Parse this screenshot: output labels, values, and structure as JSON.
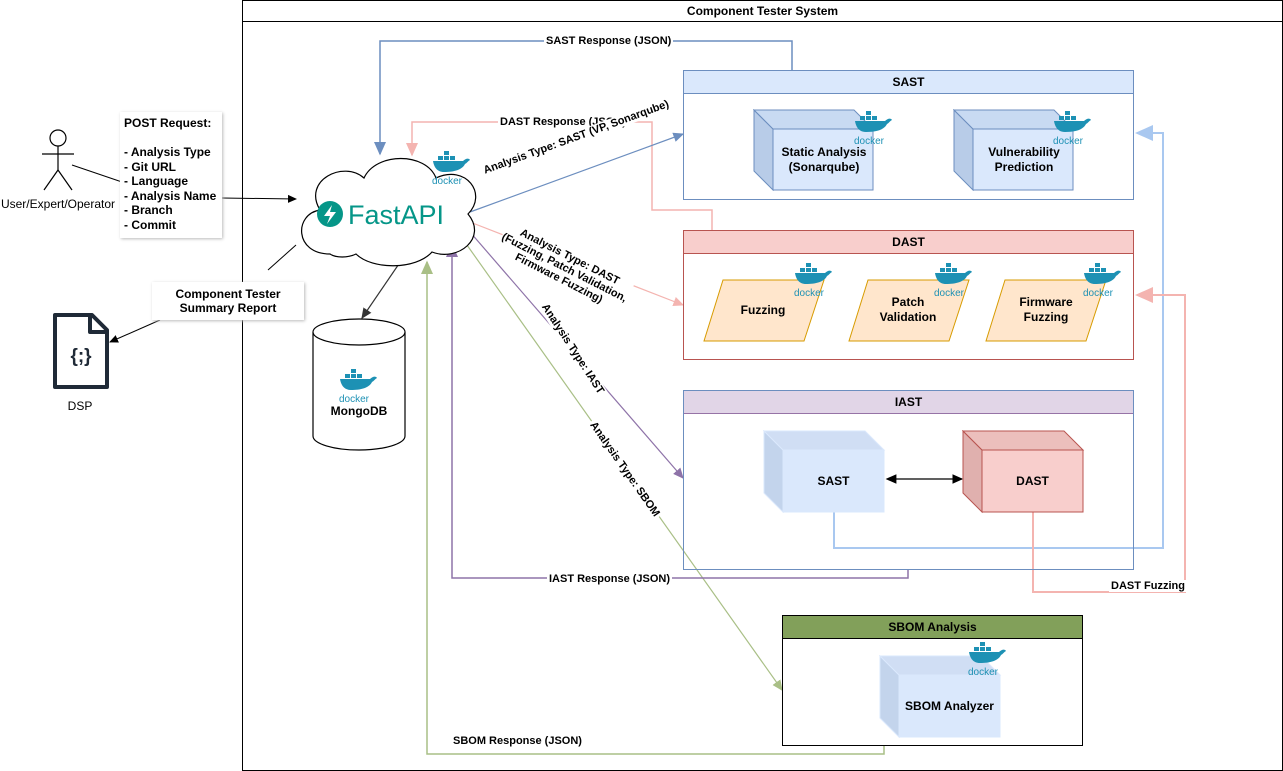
{
  "system": {
    "title": "Component Tester System"
  },
  "actor": {
    "label": "User/Expert/Operator"
  },
  "request": {
    "title": "POST Request:",
    "fields": [
      "- Analysis Type",
      "- Git URL",
      "- Language",
      "- Analysis Name",
      "- Branch",
      "- Commit"
    ]
  },
  "report_label": "Component Tester Summary Report",
  "dsp": {
    "label": "DSP",
    "glyph": "{;}"
  },
  "fastapi": {
    "label": "FastAPI",
    "badge": "docker"
  },
  "mongodb": {
    "label": "MongoDB",
    "badge": "docker"
  },
  "sast": {
    "title": "SAST",
    "static_analysis": "Static Analysis (Sonarqube)",
    "vulnerability_prediction": "Vulnerability Prediction",
    "badge": "docker"
  },
  "dast": {
    "title": "DAST",
    "fuzzing": "Fuzzing",
    "patch_validation": "Patch Validation",
    "firmware_fuzzing": "Firmware Fuzzing",
    "badge": "docker"
  },
  "iast": {
    "title": "IAST",
    "sast": "SAST",
    "dast": "DAST"
  },
  "sbom": {
    "title": "SBOM Analysis",
    "analyzer": "SBOM Analyzer",
    "badge": "docker"
  },
  "edges": {
    "sast_response": "SAST Response (JSON)",
    "dast_response": "DAST Response (JSON)",
    "iast_response": "IAST Response (JSON)",
    "sbom_response": "SBOM Response (JSON)",
    "type_sast": "Analysis Type: SAST (VP, Sonarqube)",
    "type_dast_1": "Analysis Type: DAST",
    "type_dast_2": "(Fuzzing, Patch Validation,",
    "type_dast_3": "Firmware Fuzzing)",
    "type_iast": "Analysis Type: IAST",
    "type_sbom": "Analysis Type: SBOM",
    "dast_fuzzing": "DAST Fuzzing"
  },
  "colors": {
    "sast_header": "#dae8fc",
    "sast_border": "#6c8ebf",
    "dast_header": "#f8cecc",
    "dast_border": "#b85450",
    "iast_header": "#e1d5e7",
    "iast_border": "#9673a6",
    "sbom_header": "#82a05a",
    "fuzz_fill": "#ffe6cc",
    "docker_blue": "#1d91b4",
    "fastapi_teal": "#059688"
  }
}
